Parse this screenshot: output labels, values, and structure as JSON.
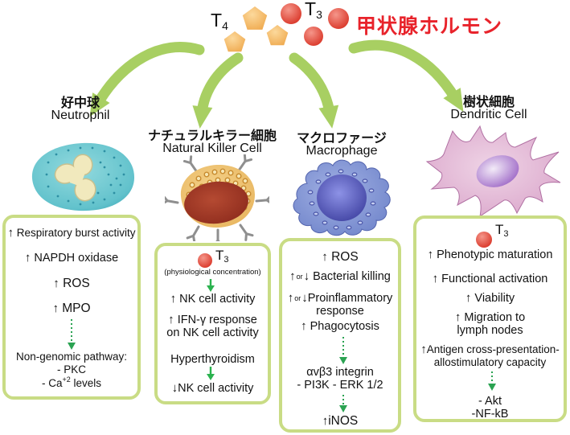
{
  "colors": {
    "title_red": "#e8232b",
    "box_border_green": "#c9dc85",
    "flow_arrow_green": "#a8cf62",
    "pathway_arrow_green": "#2ba352",
    "t4_pentagon_orange": "#f2b055",
    "t3_sphere_red": "#dd4434"
  },
  "header": {
    "t4": {
      "base": "T",
      "sub": "4"
    },
    "t3": {
      "base": "T",
      "sub": "3"
    },
    "title": "甲状腺ホルモン"
  },
  "neutrophil": {
    "label_jp": "好中球",
    "label_en": "Neutrophil",
    "box": {
      "items": [
        {
          "arrow": "↑",
          "text": "Respiratory burst activity"
        },
        {
          "arrow": "↑",
          "text": "NAPDH oxidase"
        },
        {
          "arrow": "↑",
          "text": "ROS"
        },
        {
          "arrow": "↑",
          "text": "MPO"
        }
      ],
      "pathway_title": "Non-genomic pathway:",
      "pathway_item1": "- PKC",
      "pathway_item2": {
        "pre": "- Ca",
        "sup": "+2",
        "post": " levels"
      }
    }
  },
  "nk": {
    "label_jp": "ナチュラルキラー細胞",
    "label_en": "Natural Killer Cell",
    "box": {
      "t3": {
        "base": "T",
        "sub": "3"
      },
      "note": "(physiological concentration)",
      "effect1": {
        "arrow": "↑",
        "text": "NK cell activity"
      },
      "effect2": {
        "arrow": "↑",
        "line1": "IFN-γ response",
        "line2": "on NK cell activity"
      },
      "condition": "Hyperthyroidism",
      "result": {
        "arrow": "↓",
        "text": "NK cell activity"
      }
    }
  },
  "macrophage": {
    "label_jp": "マクロファージ",
    "label_en": "Macrophage",
    "box": {
      "effect1": {
        "arrow": "↑",
        "text": "ROS"
      },
      "effect2": {
        "up": "↑",
        "or": "or",
        "down": "↓",
        "text": "Bacterial killing"
      },
      "effect3": {
        "up": "↑",
        "or": "or",
        "down": "↓",
        "line1": "Proinflammatory",
        "line2": "response"
      },
      "effect4": {
        "arrow": "↑",
        "text": "Phagocytosis"
      },
      "pathway_line1": "αvβ3 integrin",
      "pathway_line2": "- PI3K - ERK 1/2",
      "result": {
        "arrow": "↑",
        "text": "iNOS"
      }
    }
  },
  "dendritic": {
    "label_jp": "樹状細胞",
    "label_en": "Dendritic Cell",
    "box": {
      "t3": {
        "base": "T",
        "sub": "3"
      },
      "effects": [
        {
          "arrow": "↑",
          "text": "Phenotypic maturation"
        },
        {
          "arrow": "↑",
          "text": "Functional activation"
        },
        {
          "arrow": "↑",
          "text": "Viability"
        }
      ],
      "effect_migration": {
        "arrow": "↑",
        "line1": "Migration to",
        "line2": "lymph nodes"
      },
      "effect_antigen": {
        "arrow": "↑",
        "line1": "Antigen cross-presentation-",
        "line2": "allostimulatory capacity"
      },
      "pathway_item1": "- Akt",
      "pathway_item2": "-NF-kB"
    }
  }
}
